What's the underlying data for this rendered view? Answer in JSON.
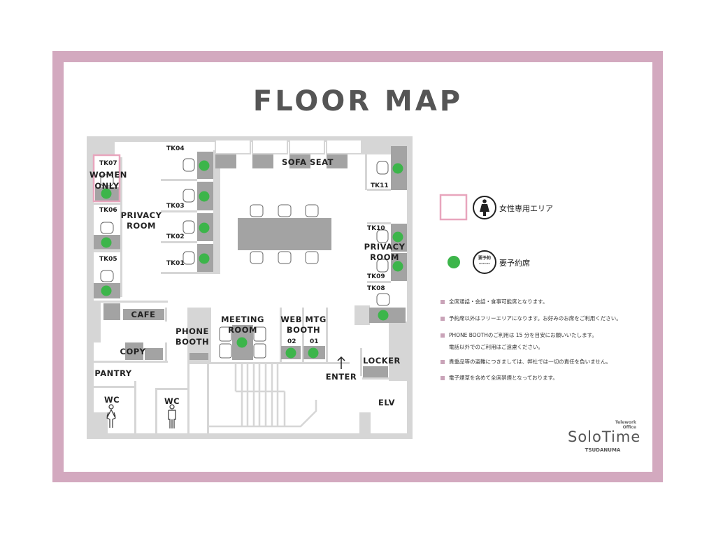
{
  "title": "FLOOR MAP",
  "colors": {
    "frame": "#d3a9bf",
    "reserved_dot": "#3cb54a",
    "women_outline": "#e8a5bd",
    "wall": "#d6d6d6",
    "furniture": "#a3a3a3"
  },
  "rooms": {
    "women_only": "WOMEN ONLY",
    "privacy_room_left": "PRIVACY ROOM",
    "privacy_room_right": "PRIVACY ROOM",
    "sofa_seat": "SOFA SEAT",
    "cafe": "CAFE",
    "copy": "COPY",
    "pantry": "PANTRY",
    "wc_women": "WC",
    "wc_men": "WC",
    "phone_booth": "PHONE BOOTH",
    "meeting_room": "MEETING ROOM",
    "web_mtg_booth": "WEB MTG BOOTH",
    "booth_02": "02",
    "booth_01": "01",
    "locker": "LOCKER",
    "enter": "ENTER",
    "elv": "ELV"
  },
  "seats": [
    "TK01",
    "TK02",
    "TK03",
    "TK04",
    "TK05",
    "TK06",
    "TK07",
    "TK08",
    "TK09",
    "TK10",
    "TK11"
  ],
  "legend": {
    "women_area": "女性専用エリア",
    "reserved_icon_text": "要予約",
    "reserved_icon_sub": "RESERVED",
    "reserved_seat": "要予約席"
  },
  "notes": [
    "全席通話・会話・食事可能席となります。",
    "予約席以外はフリーエリアになります。お好みのお席をご利用ください。",
    "PHONE BOOTHのご利用は 15 分を目安にお願いいたします。",
    "電話以外でのご利用はご遠慮ください。",
    "貴重品等の盗難につきましては、弊社では一切の責任を負いません。",
    "電子煙草を含めて全席禁煙となっております。"
  ],
  "logo": {
    "tagline1": "Telework",
    "tagline2": "Office",
    "name": "SoloTime",
    "location": "TSUDANUMA"
  }
}
